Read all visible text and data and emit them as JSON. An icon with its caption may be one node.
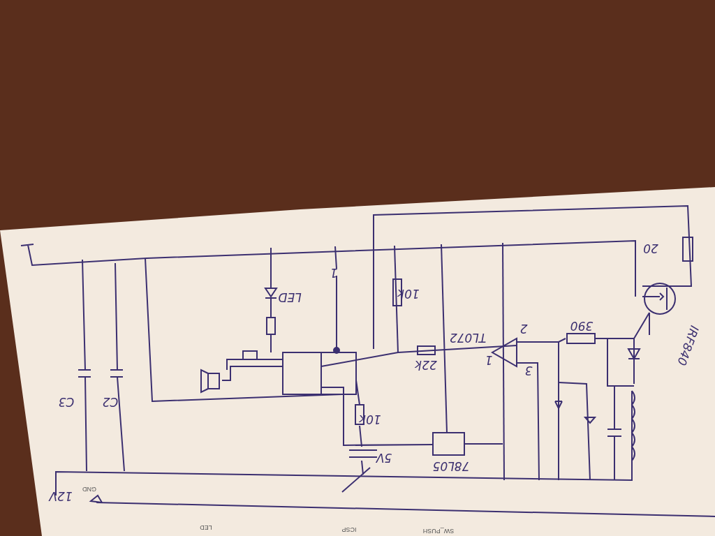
{
  "diagram": {
    "labels": [
      "20",
      "1",
      "LED",
      "10k",
      "IRF840",
      "TL072",
      "2",
      "390",
      "1",
      "22k",
      "3",
      "C3",
      "C2",
      "10k",
      "5V",
      "78L05",
      "12V",
      "GND",
      "LED",
      "ICSP",
      "SW_PUSH"
    ]
  }
}
